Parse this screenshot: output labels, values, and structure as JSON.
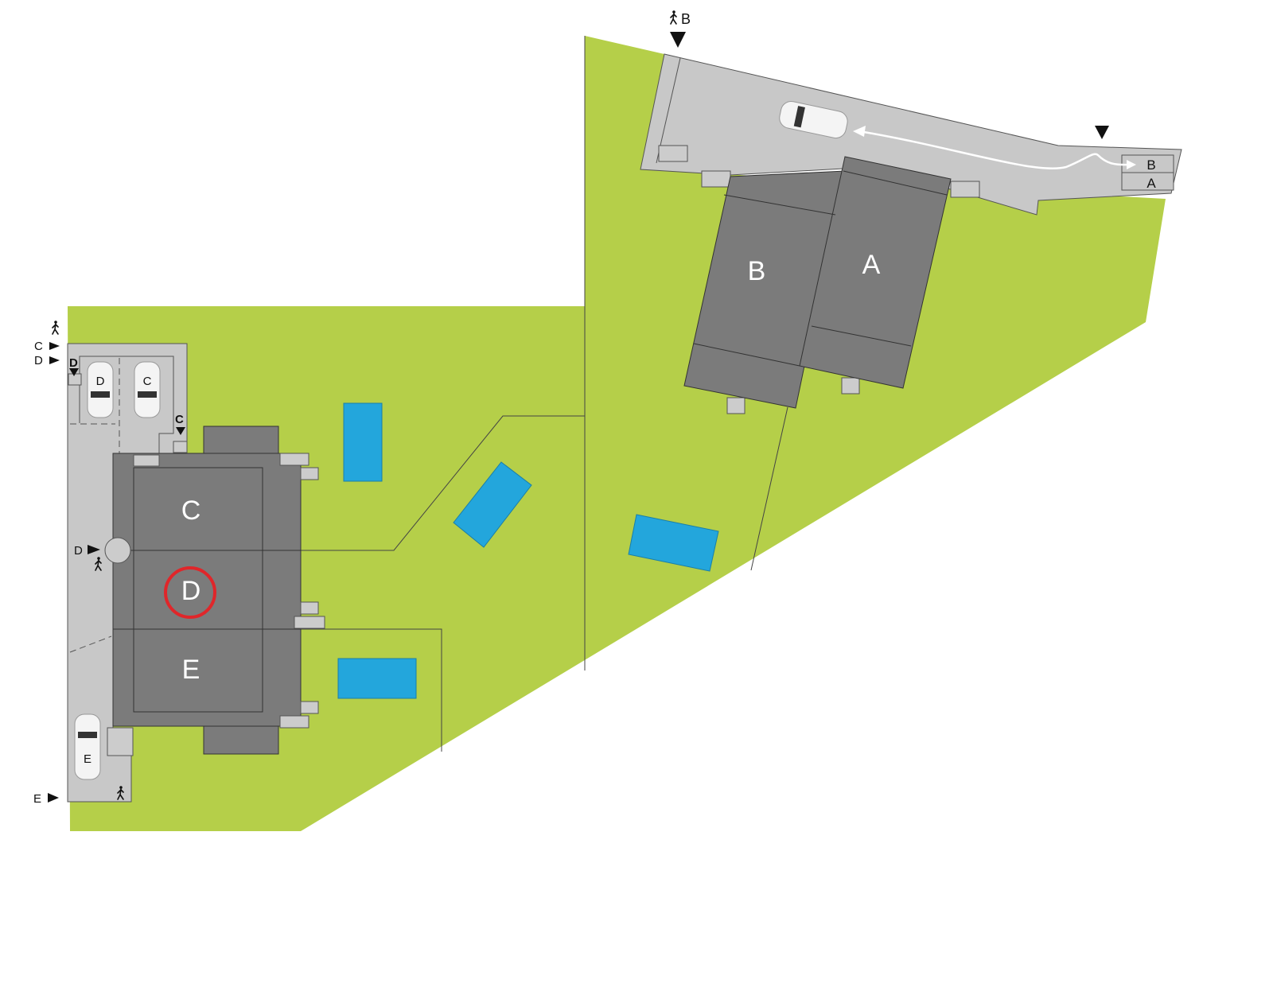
{
  "colors": {
    "lawn": "#b5cf49",
    "paving": "#c8c8c8",
    "building": "#7b7b7b",
    "pool": "#23a6dc",
    "highlight": "#e0262a"
  },
  "houses": [
    {
      "id": "A",
      "label": "A"
    },
    {
      "id": "B",
      "label": "B"
    },
    {
      "id": "C",
      "label": "C"
    },
    {
      "id": "D",
      "label": "D",
      "highlighted": true
    },
    {
      "id": "E",
      "label": "E"
    }
  ],
  "cars": [
    {
      "label": "D"
    },
    {
      "label": "C"
    },
    {
      "label": "E"
    }
  ],
  "entrances": {
    "b_pedestrian": "B",
    "c_left": "C",
    "d_left": "D",
    "d_stair": "D",
    "c_stair": "C",
    "d_side": "D",
    "e_left": "E"
  },
  "parking_sign": {
    "top": "B",
    "bottom": "A"
  }
}
